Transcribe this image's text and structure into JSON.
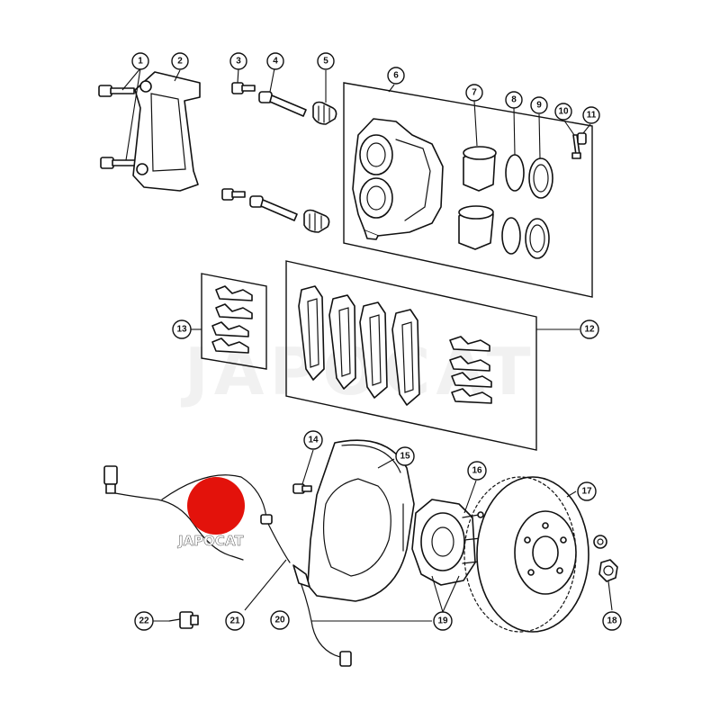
{
  "diagram": {
    "callouts": [
      "1",
      "2",
      "3",
      "4",
      "5",
      "6",
      "7",
      "8",
      "9",
      "10",
      "11",
      "12",
      "13",
      "14",
      "15",
      "16",
      "17",
      "18",
      "19",
      "20",
      "21",
      "22"
    ],
    "watermark_text": "JAPOCAT",
    "logo": {
      "text": "JAPOCAT",
      "color": "#e3120b"
    }
  }
}
